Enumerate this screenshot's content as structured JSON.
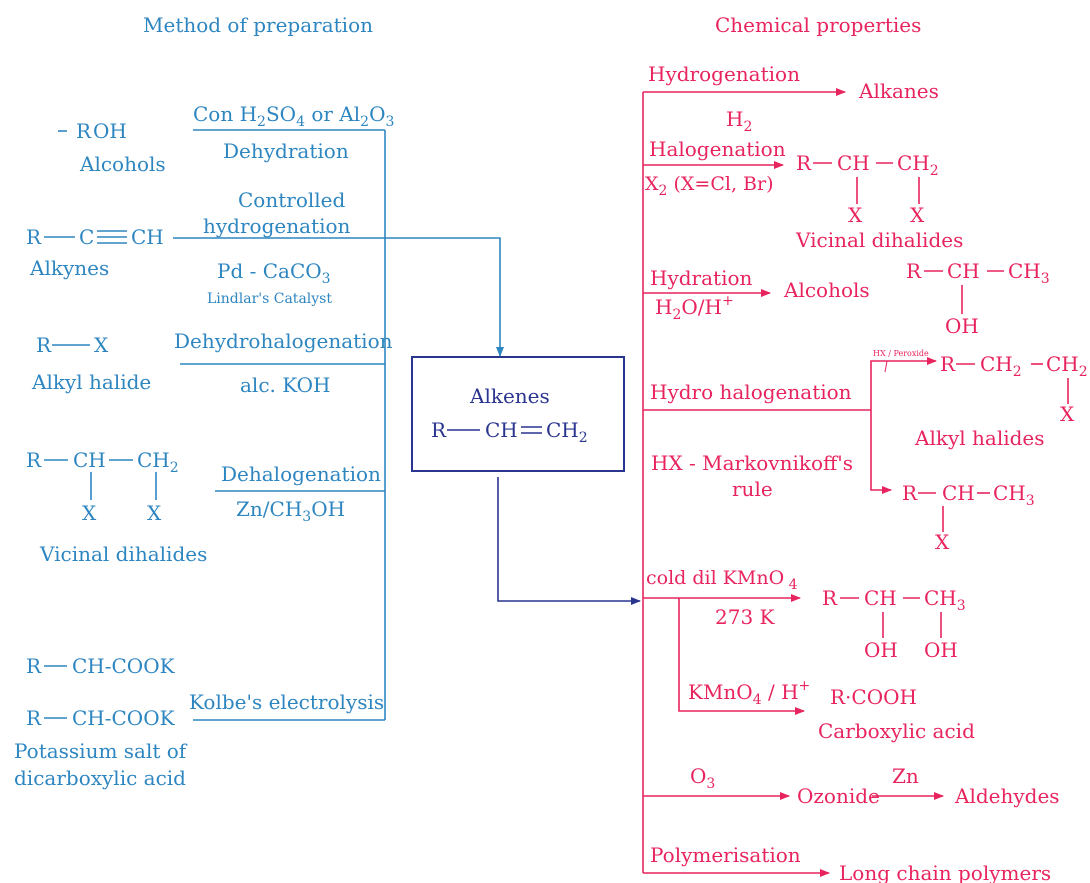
{
  "colors": {
    "prep": "#2e86c1",
    "props": "#e8245e",
    "center": "#2a3590"
  },
  "headings": {
    "prep": "Method of preparation",
    "props": "Chemical properties"
  },
  "center": {
    "title": "Alkenes",
    "formula_r": "R",
    "formula_ch": "CH",
    "formula_ch2": "CH",
    "sub2": "2"
  },
  "prep": {
    "alcohol": {
      "formula_r": "R",
      "formula_oh": "OH",
      "name": "Alcohols",
      "reagent_con": "Con H",
      "sub2": "2",
      "so": "SO",
      "sub4": "4",
      "or_al": " or Al",
      "sub2b": "2",
      "o": "O",
      "sub3": "3",
      "label": "Dehydration"
    },
    "alkyne": {
      "formula_r": "R",
      "formula_c": "C",
      "formula_ch": "CH",
      "name": "Alkynes",
      "reaction1": "Controlled",
      "reaction2": "hydrogenation",
      "reagent": "Pd - CaCO",
      "reagent_sub": "3",
      "catalyst": "Lindlar's Catalyst"
    },
    "alkyl_halide": {
      "formula_r": "R",
      "formula_x": "X",
      "name": "Alkyl halide",
      "reaction": "Dehydrohalogenation",
      "reagent": "alc. KOH"
    },
    "vicinal": {
      "formula_r": "R",
      "formula_ch": "CH",
      "formula_ch2": "CH",
      "sub2": "2",
      "x1": "X",
      "x2": "X",
      "name": "Vicinal dihalides",
      "reaction": "Dehalogenation",
      "reagent_zn": "Zn/CH",
      "sub3": "3",
      "reagent_oh": "OH"
    },
    "kolbe": {
      "line1_r": "R",
      "line1": "CH-COOK",
      "line2_r": "R",
      "line2": "CH-COOK",
      "name1": "Potassium salt of",
      "name2": "dicarboxylic acid",
      "reaction": "Kolbe's electrolysis"
    }
  },
  "props": {
    "hydrogenation": {
      "label": "Hydrogenation",
      "reagent": "H",
      "reagent_sub": "2",
      "product": "Alkanes"
    },
    "halogenation": {
      "label": "Halogenation",
      "reagent_x": "X",
      "reagent_sub": "2",
      "reagent_rest": " (X=Cl, Br)",
      "formula_r": "R",
      "formula_ch": "CH",
      "formula_ch2": "CH",
      "sub2": "2",
      "x1": "X",
      "x2": "X",
      "product": "Vicinal dihalides"
    },
    "hydration": {
      "label": "Hydration",
      "reagent_h": "H",
      "reagent_sub": "2",
      "reagent_o": "O/H",
      "reagent_sup": "+",
      "product": "Alcohols",
      "formula_r": "R",
      "formula_ch": "CH",
      "formula_ch3": "CH",
      "sub3": "3",
      "oh": "OH"
    },
    "hydrohalogenation": {
      "label": "Hydro halogenation",
      "peroxide": "HX / Peroxide",
      "upper_r": "R",
      "upper_ch2a": "CH",
      "upper_sub_a": "2",
      "upper_ch2b": "CH",
      "upper_sub_b": "2",
      "upper_x": "X",
      "upper_product": "Alkyl halides",
      "rule1": "HX - Markovnikoff's",
      "rule2": "rule",
      "lower_r": "R",
      "lower_ch": "CH",
      "lower_ch3": "CH",
      "lower_sub": "3",
      "lower_x": "X"
    },
    "kmno4_cold": {
      "label": "cold dil KMnO",
      "label_sub": " 4",
      "temp": "273 K",
      "formula_r": "R",
      "formula_ch": "CH",
      "formula_ch3": "CH",
      "sub3": "3",
      "oh1": "OH",
      "oh2": "OH"
    },
    "kmno4_acid": {
      "label": "KMnO",
      "label_sub": "4",
      "label_rest": " / H",
      "label_sup": "+",
      "product_formula": "R·COOH",
      "product": "Carboxylic acid"
    },
    "ozonolysis": {
      "label": "O",
      "label_sub": "3",
      "product": "Ozonide",
      "reagent2": "Zn",
      "final": "Aldehydes"
    },
    "polymerisation": {
      "label": "Polymerisation",
      "product": "Long chain polymers"
    }
  }
}
